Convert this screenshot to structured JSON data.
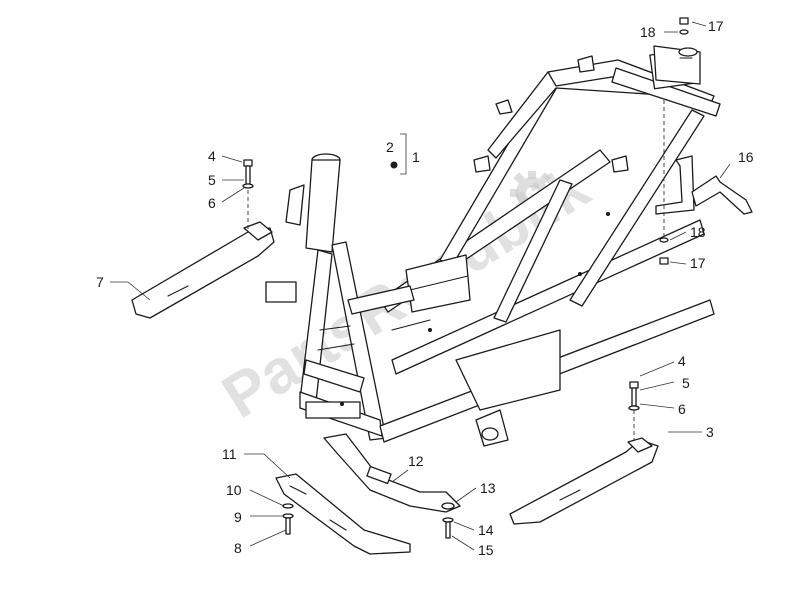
{
  "watermark": {
    "text": "PartsRepublik"
  },
  "callouts": [
    {
      "id": "c1",
      "label": "1"
    },
    {
      "id": "c2",
      "label": "2"
    },
    {
      "id": "c3",
      "label": "3"
    },
    {
      "id": "c4a",
      "label": "4"
    },
    {
      "id": "c5a",
      "label": "5"
    },
    {
      "id": "c6a",
      "label": "6"
    },
    {
      "id": "c4b",
      "label": "4"
    },
    {
      "id": "c5b",
      "label": "5"
    },
    {
      "id": "c6b",
      "label": "6"
    },
    {
      "id": "c7",
      "label": "7"
    },
    {
      "id": "c8",
      "label": "8"
    },
    {
      "id": "c9",
      "label": "9"
    },
    {
      "id": "c10",
      "label": "10"
    },
    {
      "id": "c11",
      "label": "11"
    },
    {
      "id": "c12",
      "label": "12"
    },
    {
      "id": "c13",
      "label": "13"
    },
    {
      "id": "c14",
      "label": "14"
    },
    {
      "id": "c15",
      "label": "15"
    },
    {
      "id": "c16",
      "label": "16"
    },
    {
      "id": "c17a",
      "label": "17"
    },
    {
      "id": "c18a",
      "label": "18"
    },
    {
      "id": "c17b",
      "label": "17"
    },
    {
      "id": "c18b",
      "label": "18"
    }
  ]
}
